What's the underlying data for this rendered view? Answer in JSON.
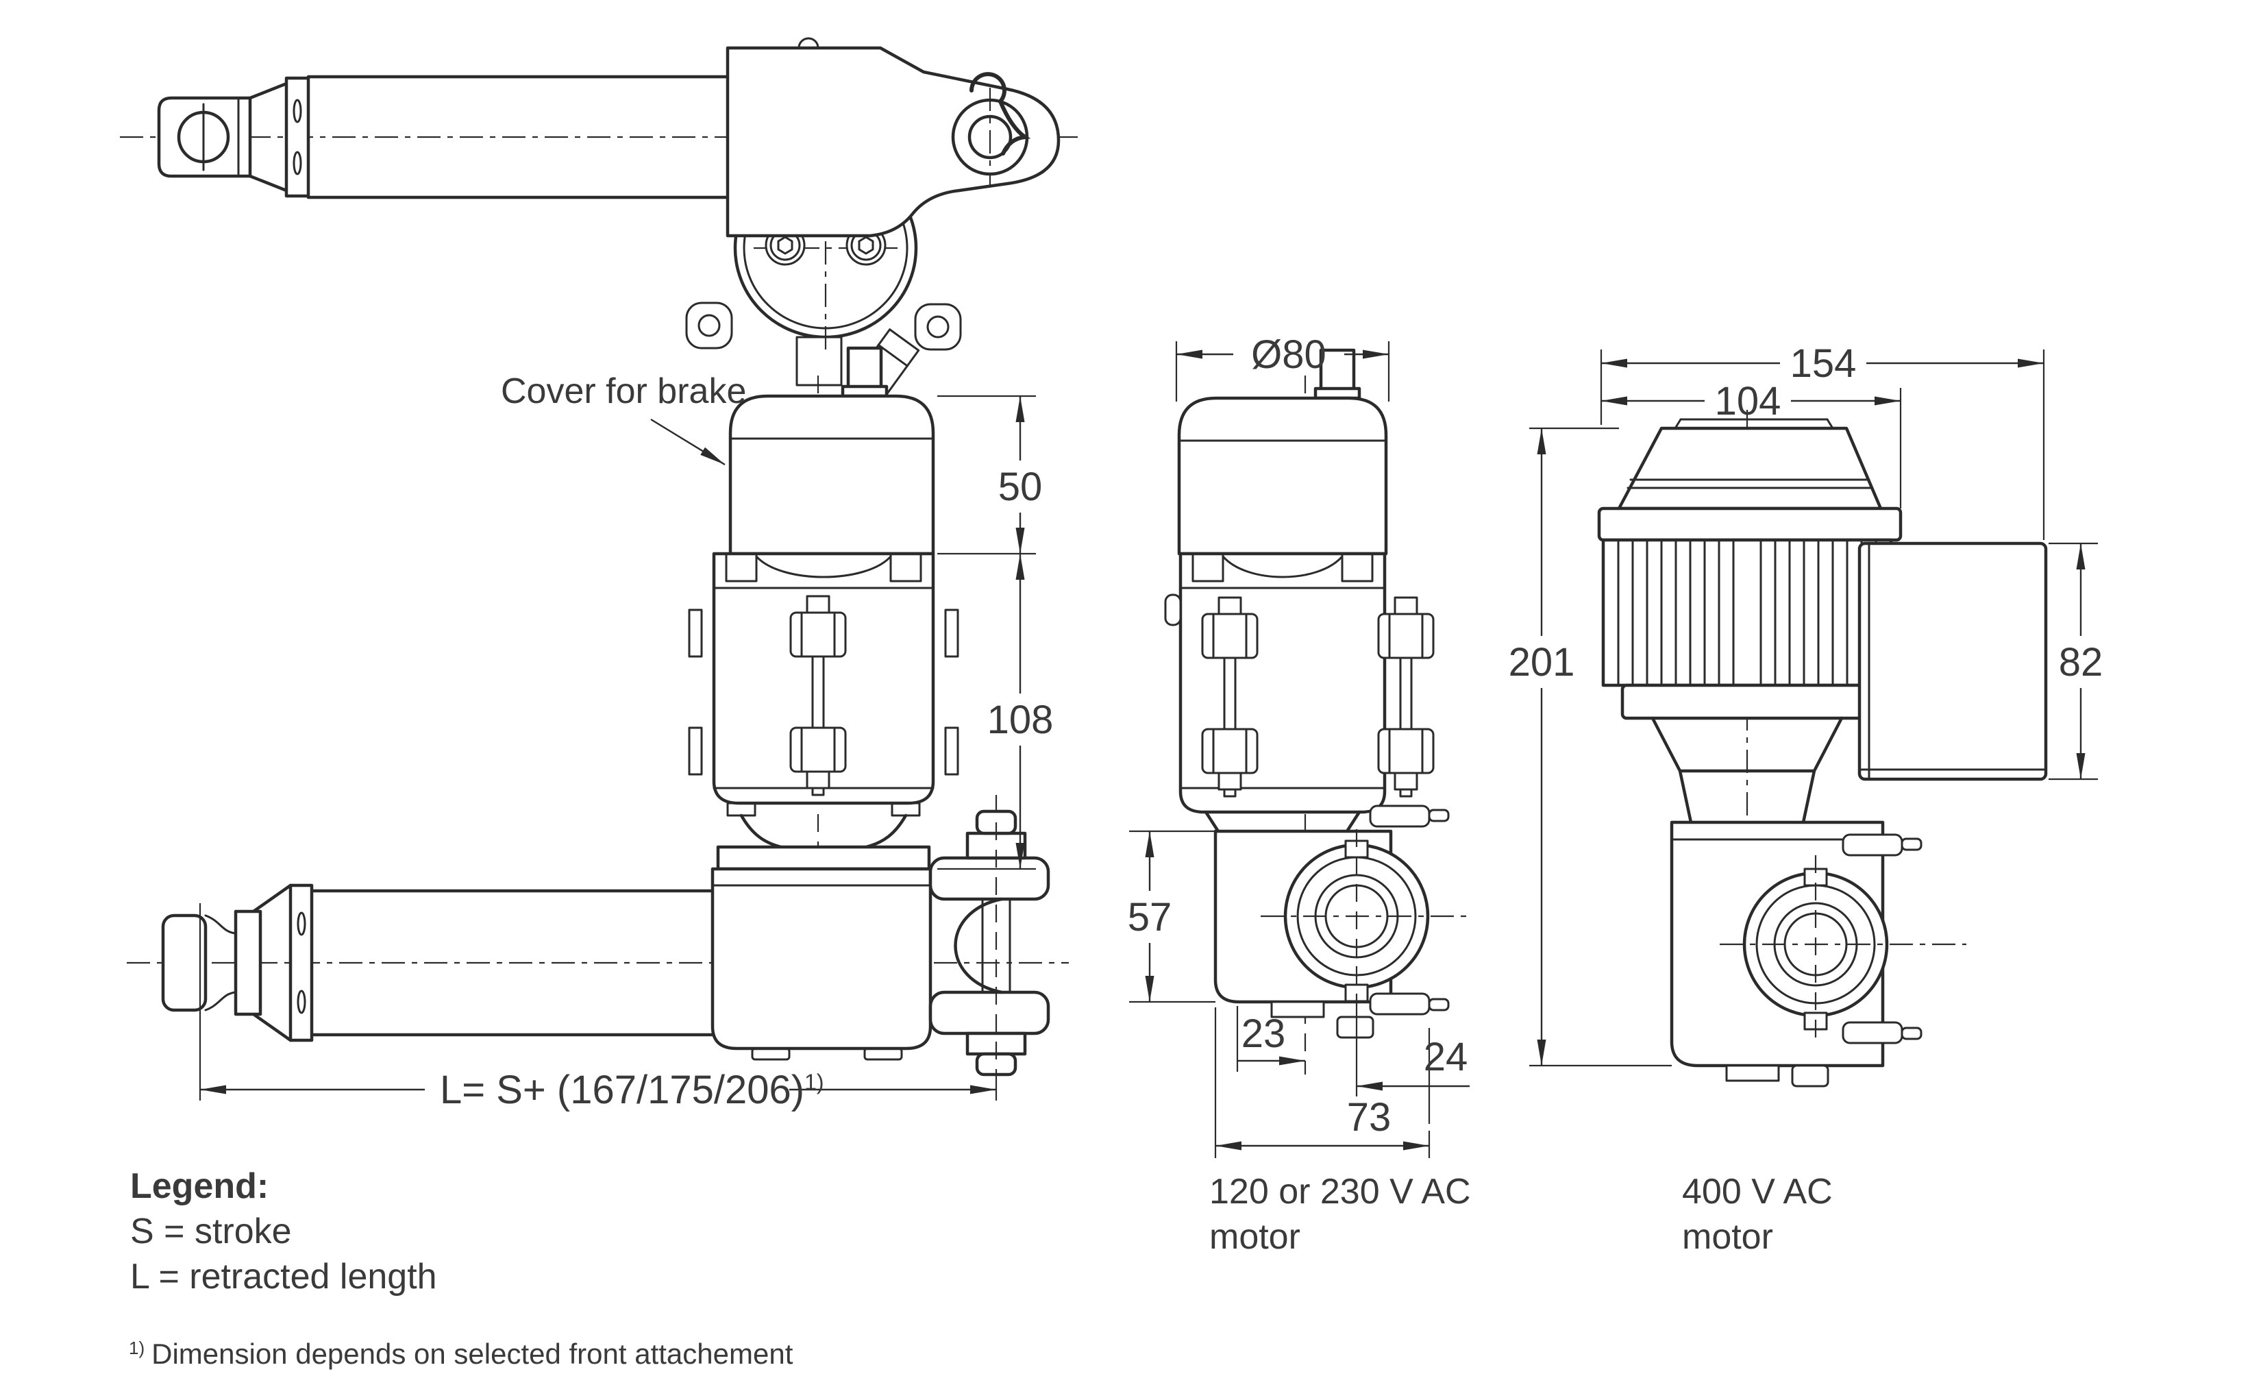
{
  "drawing": {
    "type": "technical-dimension-drawing",
    "subject": "linear actuator with AC motor",
    "line_color": "#2b2b2b",
    "text_color": "#3a3a3a",
    "background": "#ffffff"
  },
  "annotations": {
    "cover_label": "Cover for brake",
    "length_formula": "L= S+ (167/175/206)",
    "length_formula_sup": "1)"
  },
  "dimensions": {
    "brake_cover_height": "50",
    "motor_length": "108",
    "brake_cover_diameter": "Ø80",
    "gear_housing_height": "57",
    "mount_to_center": "23",
    "housing_width": "73",
    "center_to_clevis": "24",
    "overall_width": "154",
    "motor_body_width": "104",
    "overall_height": "201",
    "terminal_box_height": "82"
  },
  "captions": {
    "small_motor": [
      "120 or 230 V AC",
      "motor"
    ],
    "large_motor": [
      "400 V AC",
      "motor"
    ]
  },
  "legend": {
    "title": "Legend:",
    "stroke_line": "S = stroke",
    "retracted_line": "L = retracted length"
  },
  "footnote": {
    "sup": "1)",
    "text": "Dimension depends on selected front attachement"
  }
}
